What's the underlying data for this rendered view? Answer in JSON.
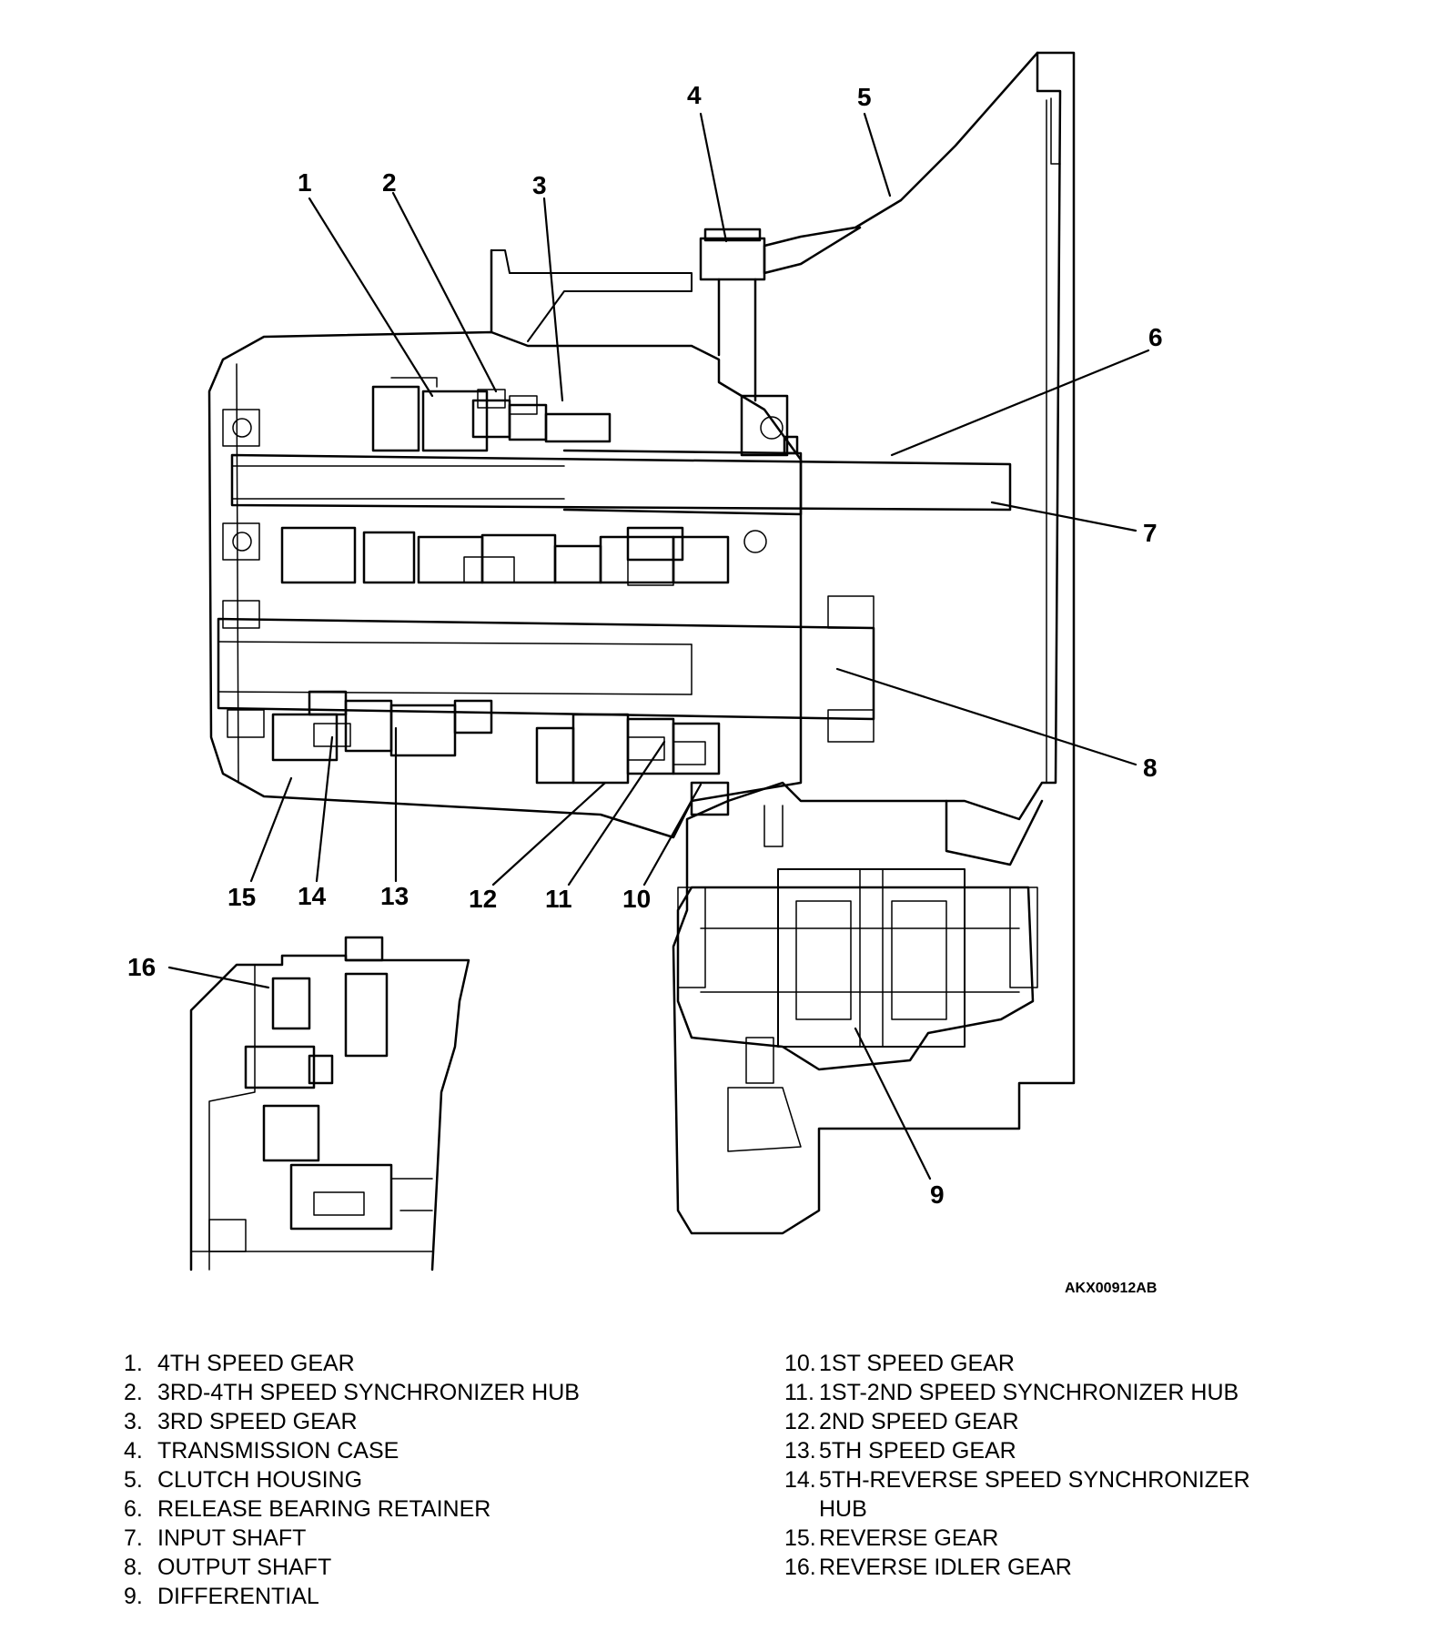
{
  "figure_code": "AKX00912AB",
  "callouts": [
    "1",
    "2",
    "3",
    "4",
    "5",
    "6",
    "7",
    "8",
    "9",
    "10",
    "11",
    "12",
    "13",
    "14",
    "15",
    "16"
  ],
  "legend_left": [
    {
      "num": "1.",
      "text": "4TH SPEED GEAR"
    },
    {
      "num": "2.",
      "text": "3RD-4TH SPEED SYNCHRONIZER HUB"
    },
    {
      "num": "3.",
      "text": "3RD SPEED GEAR"
    },
    {
      "num": "4.",
      "text": "TRANSMISSION CASE"
    },
    {
      "num": "5.",
      "text": "CLUTCH HOUSING"
    },
    {
      "num": "6.",
      "text": "RELEASE BEARING RETAINER"
    },
    {
      "num": "7.",
      "text": "INPUT SHAFT"
    },
    {
      "num": "8.",
      "text": "OUTPUT SHAFT"
    },
    {
      "num": "9.",
      "text": "DIFFERENTIAL"
    }
  ],
  "legend_right": [
    {
      "num": "10.",
      "text": "1ST SPEED GEAR"
    },
    {
      "num": "11.",
      "text": "1ST-2ND SPEED SYNCHRONIZER HUB"
    },
    {
      "num": "12.",
      "text": "2ND SPEED GEAR"
    },
    {
      "num": "13.",
      "text": "5TH SPEED GEAR"
    },
    {
      "num": "14.",
      "text": "5TH-REVERSE SPEED SYNCHRONIZER HUB"
    },
    {
      "num": "15.",
      "text": "REVERSE GEAR"
    },
    {
      "num": "16.",
      "text": "REVERSE IDLER GEAR"
    }
  ]
}
